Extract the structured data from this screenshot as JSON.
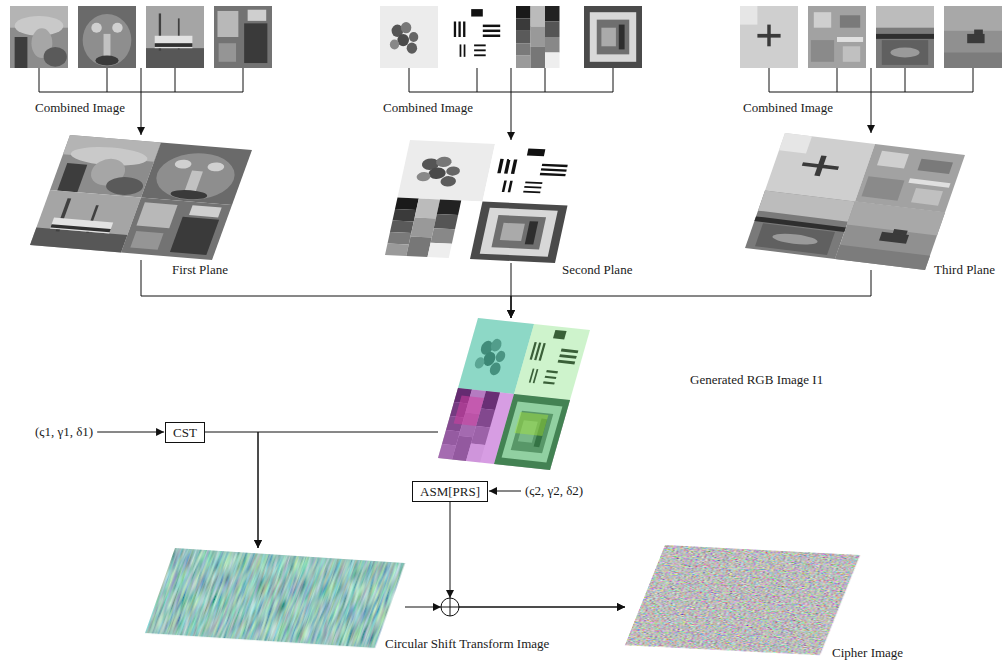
{
  "diagram": {
    "nodes": [
      {
        "text": [
          "Combined Image"
        ]
      },
      {
        "text": [
          "First Plane"
        ]
      },
      {
        "text": [
          "Combined Image"
        ]
      },
      {
        "text": [
          "Second Plane"
        ]
      },
      {
        "text": [
          "Combined Image"
        ]
      },
      {
        "text": [
          "Third Plane"
        ]
      },
      {
        "text": [
          "Generated RGB Image I1"
        ]
      },
      {
        "text": [
          "CST"
        ]
      },
      {
        "text": [
          "ASM[PRS]"
        ]
      },
      {
        "text": [
          "Circular Shift Transform Image"
        ]
      },
      {
        "text": [
          "Cipher Image"
        ]
      }
    ],
    "edges": [
      {
        "from": 0,
        "to": 1,
        "arrow": "to"
      },
      {
        "from": 2,
        "to": 3,
        "arrow": "to"
      },
      {
        "from": 4,
        "to": 5,
        "arrow": "to"
      },
      {
        "from": 1,
        "to": 6,
        "arrow": "to"
      },
      {
        "from": 3,
        "to": 6,
        "arrow": "to"
      },
      {
        "from": 5,
        "to": 6,
        "arrow": "to"
      },
      {
        "from": 7,
        "to": 9,
        "arrow": "to"
      },
      {
        "from": 6,
        "to": 9,
        "arrow": "to"
      },
      {
        "from": 9,
        "to": 10,
        "arrow": "to"
      },
      {
        "from": 8,
        "to": 10,
        "arrow": "to"
      }
    ],
    "labels": [
      "(ς1, γ1, δ1)",
      "(ς2, γ2, δ2)"
    ]
  }
}
